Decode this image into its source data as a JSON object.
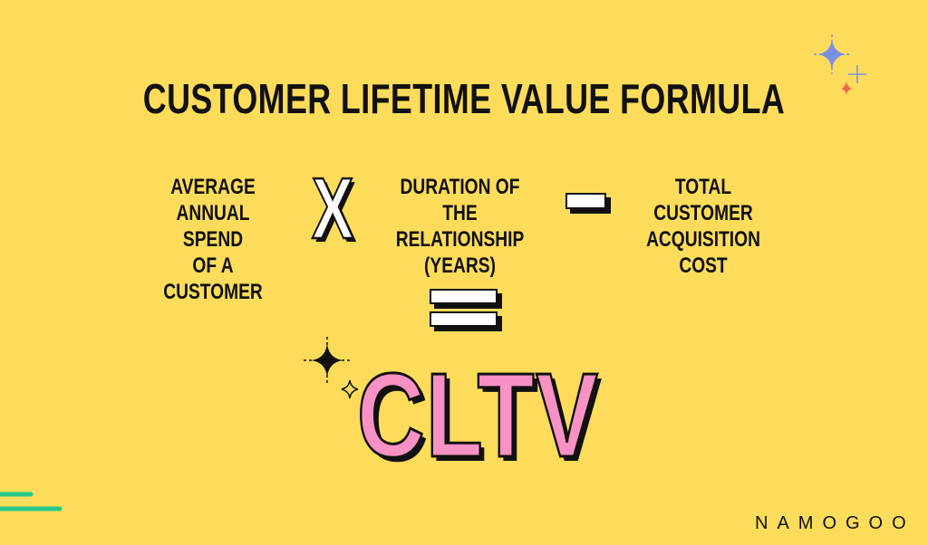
{
  "title": "CUSTOMER LIFETIME VALUE FORMULA",
  "formula": {
    "term1": "AVERAGE\nANNUAL SPEND\nOF A CUSTOMER",
    "operator1": "X",
    "term2": "DURATION OF THE\nRELATIONSHIP\n(YEARS)",
    "operator2": "minus-sign",
    "term3": "TOTAL CUSTOMER\nACQUISITION\nCOST",
    "equals": "equals-sign",
    "result": "CLTV"
  },
  "brand": {
    "logo_text": "NAMOGOO"
  },
  "colors": {
    "background": "#fcdc5a",
    "text": "#111111",
    "result_fill": "#f891c4",
    "accent_blue": "#7a8fe6",
    "accent_red": "#f0664c",
    "accent_green": "#27c98b"
  },
  "icons": [
    "sparkle-icon",
    "sparkle-icon",
    "sparkle-icon"
  ]
}
